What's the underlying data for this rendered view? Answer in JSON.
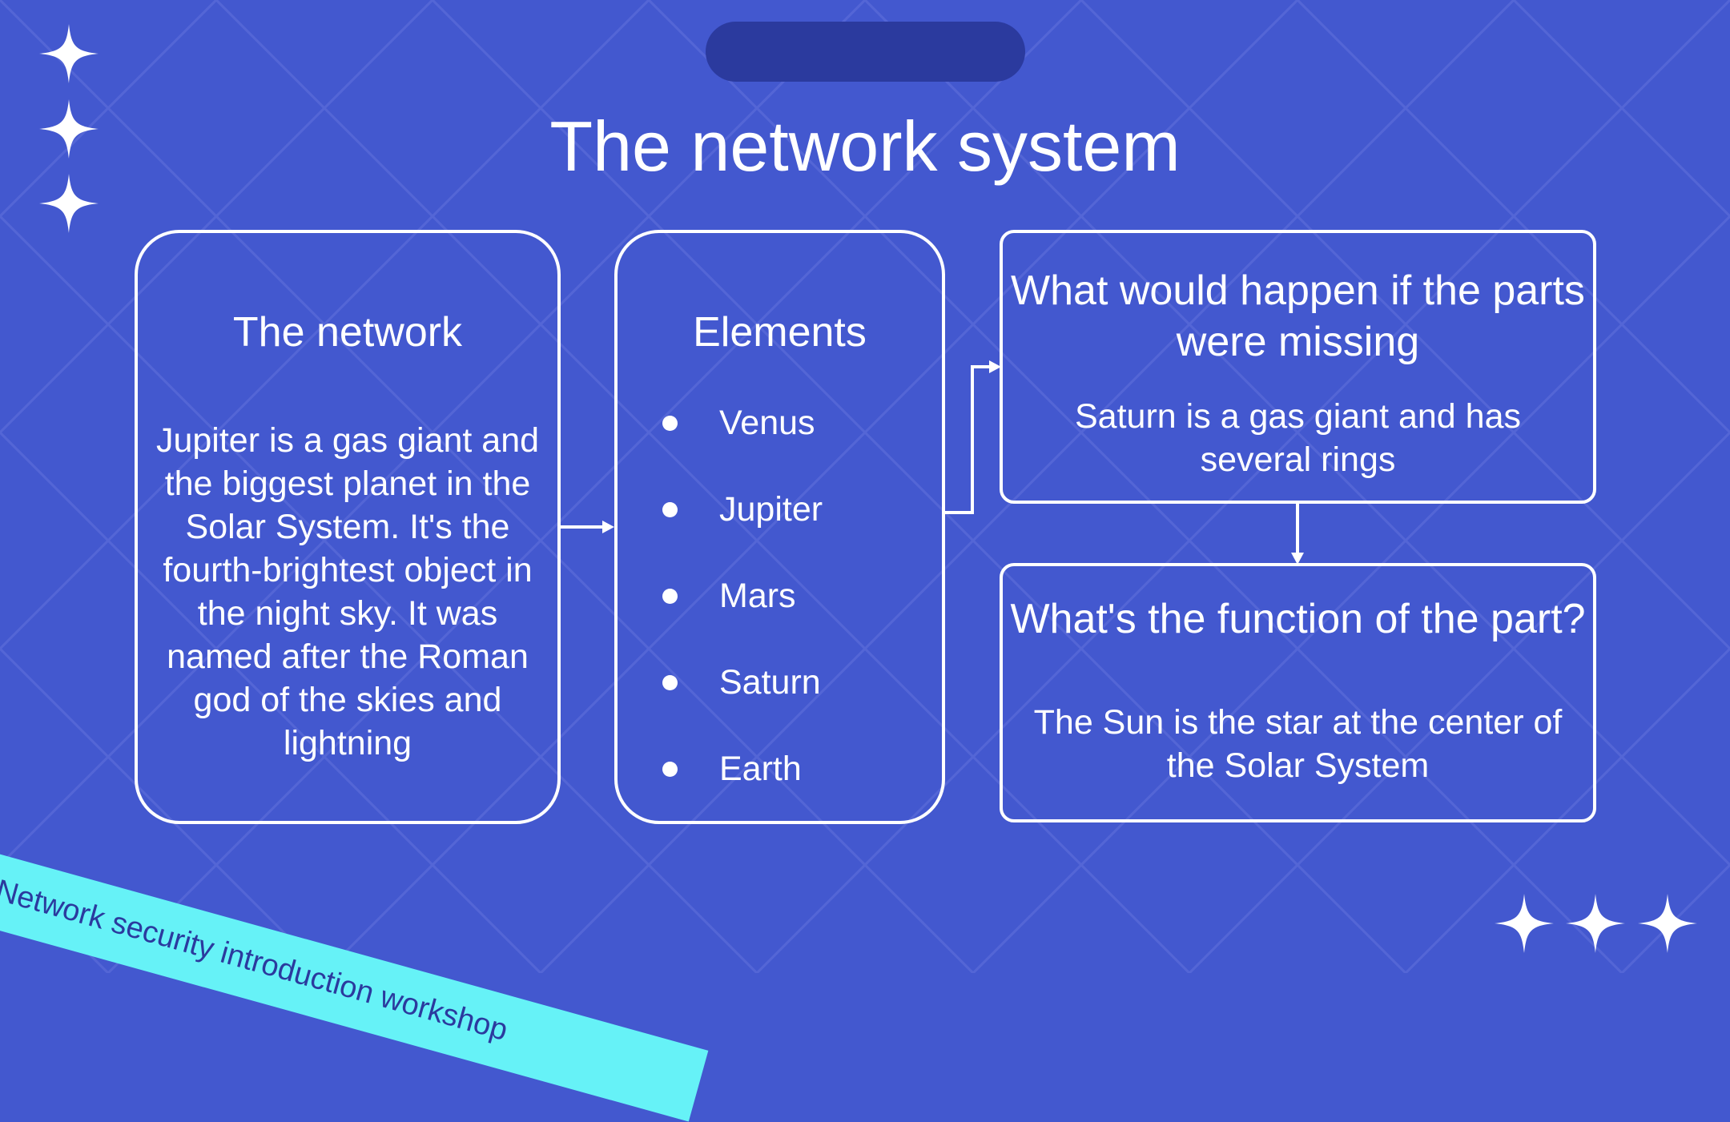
{
  "title": "The network system",
  "colors": {
    "background": "#4358cf",
    "pill": "#2b3a9e",
    "banner": "#66f2f7",
    "banner_text": "#2b3a9e",
    "foreground": "#ffffff"
  },
  "network": {
    "heading": "The network",
    "text": "Jupiter is a gas giant and the biggest planet in the Solar System. It's the fourth-brightest object in the night sky. It was named after the Roman god of the skies and lightning"
  },
  "elements": {
    "heading": "Elements",
    "items": [
      "Venus",
      "Jupiter",
      "Mars",
      "Saturn",
      "Earth"
    ]
  },
  "missing": {
    "heading": "What would happen if the parts were missing",
    "text": "Saturn is a gas giant and has several rings"
  },
  "function": {
    "heading": "What's the function of the part?",
    "text": "The Sun is the star at the center of the Solar System"
  },
  "banner": {
    "text": "Network security introduction workshop"
  },
  "icons": {
    "decoration": "sparkle-star-icon"
  }
}
